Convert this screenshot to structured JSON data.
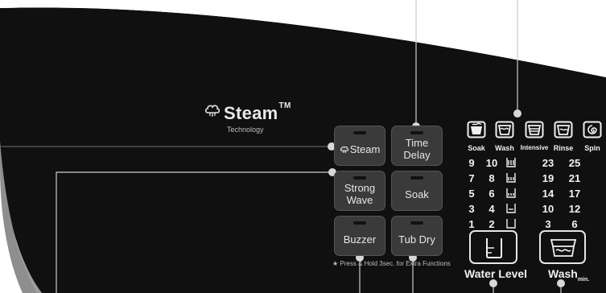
{
  "brand": {
    "name": "Steam",
    "trademark": "TM",
    "subtitle": "Technology"
  },
  "buttons": {
    "steam": "Steam",
    "time_delay": "Time\nDelay",
    "strong_wave": "Strong\nWave",
    "soak": "Soak",
    "buzzer": "Buzzer",
    "tub_dry": "Tub Dry"
  },
  "hold_note": "★ Press & Hold 3sec. for Extra Functions",
  "cycle_labels": [
    "Soak",
    "Wash",
    "Intensive",
    "Rinse",
    "Spin"
  ],
  "water_level_numbers": [
    [
      "9",
      "10"
    ],
    [
      "7",
      "8"
    ],
    [
      "5",
      "6"
    ],
    [
      "3",
      "4"
    ],
    [
      "1",
      "2"
    ]
  ],
  "wash_minutes": [
    [
      "23",
      "25"
    ],
    [
      "19",
      "21"
    ],
    [
      "14",
      "17"
    ],
    [
      "10",
      "12"
    ],
    [
      "3",
      "6"
    ]
  ],
  "water_level_label": "Water Level",
  "wash_label": "Wash",
  "wash_unit": "min.",
  "colors": {
    "panel": "#0f0f0f",
    "bezel": "#9a9a9a",
    "text": "#f0f0f0",
    "button": "#3a3a3a",
    "leader_line": "#222222"
  },
  "icons": {
    "brand": "steam-cloud-icon",
    "cycles": [
      "soak-tub-icon",
      "wash-tub-icon",
      "intensive-tub-icon",
      "rinse-tub-icon",
      "spin-icon"
    ],
    "water_level": "water-beaker-icon",
    "wash": "wash-tub-icon"
  }
}
